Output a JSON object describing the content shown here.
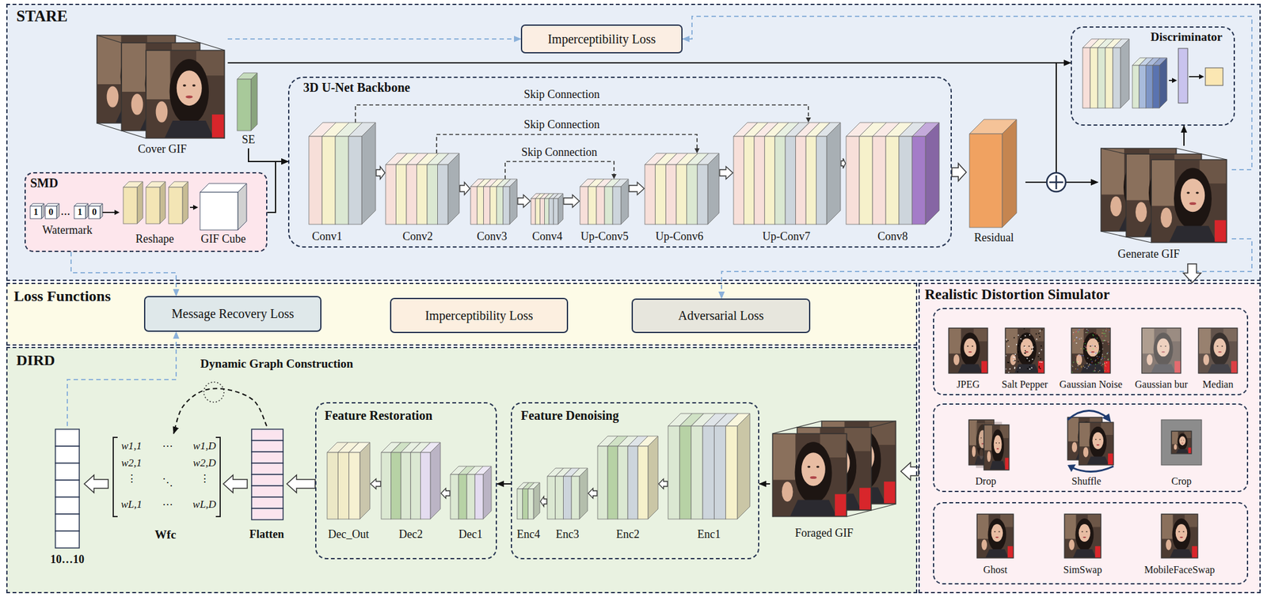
{
  "diagram": {
    "nodes": [
      {
        "text": [
          "STARE"
        ]
      },
      {
        "text": [
          "Cover GIF"
        ],
        "in": 0
      },
      {
        "text": [
          "SE"
        ],
        "in": 0
      },
      {
        "text": [
          "Imperceptibility Loss"
        ],
        "in": 0
      },
      {
        "text": [
          "SMD"
        ],
        "in": 0
      },
      {
        "text": [
          "3D U-Net Backbone"
        ],
        "in": 0
      },
      {
        "text": [
          "Residual"
        ],
        "in": 0
      },
      {
        "text": [
          "Discriminator"
        ],
        "in": 0
      },
      {
        "text": [
          "Generate GIF"
        ],
        "in": 0
      },
      {
        "text": [
          "Loss Functions"
        ]
      },
      {
        "text": [
          "Message Recovery Loss"
        ],
        "in": 9
      },
      {
        "text": [
          "Imperceptibility Loss"
        ],
        "in": 9
      },
      {
        "text": [
          "Adversarial Loss"
        ],
        "in": 9
      },
      {
        "text": [
          "DIRD"
        ]
      },
      {
        "text": [
          "10…10"
        ],
        "in": 13
      },
      {
        "text": [
          "w1,1",
          "⋯",
          "w1,D",
          "w2,1",
          "w2,D",
          "⋮",
          "⋱",
          "⋮",
          "wL,1",
          "⋯",
          "wL,D",
          "Wfc"
        ],
        "in": 13
      },
      {
        "text": [
          "Flatten"
        ],
        "in": 13
      },
      {
        "text": [
          "Feature Restoration"
        ],
        "in": 13
      },
      {
        "text": [
          "Feature Denoising"
        ],
        "in": 13
      },
      {
        "text": [
          "Foraged GIF"
        ],
        "in": 13
      },
      {
        "text": [
          "Realistic Distortion Simulator"
        ]
      },
      {
        "text": [
          "JPEG",
          "Salt Pepper",
          "Gaussian Noise",
          "Gaussian bur",
          "Median"
        ],
        "in": 20
      },
      {
        "text": [
          "Drop",
          "Shuffle",
          "Crop"
        ],
        "in": 20
      },
      {
        "text": [
          "Ghost",
          "SimSwap",
          "MobileFaceSwap"
        ],
        "in": 20
      }
    ],
    "edges": [
      {
        "from": 1,
        "to": 7,
        "arrow": "to"
      },
      {
        "from": 1,
        "to": 8,
        "arrow": "to"
      },
      {
        "from": 1,
        "to": 3,
        "arrow": "to"
      },
      {
        "from": 2,
        "to": 5,
        "arrow": "to"
      },
      {
        "from": 4,
        "to": 5,
        "arrow": "to"
      },
      {
        "from": 5,
        "to": 6,
        "arrow": "to"
      },
      {
        "from": 6,
        "to": 8,
        "arrow": "to"
      },
      {
        "from": 8,
        "to": 7,
        "arrow": "to"
      },
      {
        "from": 8,
        "to": 3,
        "arrow": "to"
      },
      {
        "from": 4,
        "to": 10,
        "arrow": "to"
      },
      {
        "from": 8,
        "to": 12,
        "arrow": "to"
      },
      {
        "from": 8,
        "to": 20,
        "arrow": "to"
      },
      {
        "from": 20,
        "to": 19,
        "arrow": "to"
      },
      {
        "from": 19,
        "to": 18,
        "arrow": "to"
      },
      {
        "from": 18,
        "to": 17,
        "arrow": "to"
      },
      {
        "from": 17,
        "to": 16,
        "arrow": "to"
      },
      {
        "from": 16,
        "to": 15,
        "arrow": "to"
      },
      {
        "from": 16,
        "to": 15,
        "arrow": "to"
      },
      {
        "from": 15,
        "to": 14,
        "arrow": "to"
      },
      {
        "from": 14,
        "to": 10,
        "arrow": "to"
      }
    ],
    "labels": [
      "1",
      "0",
      "…",
      "1",
      "0",
      "Watermark",
      "Reshape",
      "GIF Cube",
      "Skip Connection",
      "Skip Connection",
      "Skip Connection",
      "Conv1",
      "Conv2",
      "Conv3",
      "Conv4",
      "Up-Conv5",
      "Up-Conv6",
      "Up-Conv7",
      "Conv8",
      "Dynamic Graph Construction",
      "Dec_Out",
      "Dec2",
      "Dec1",
      "Enc4",
      "Enc3",
      "Enc2",
      "Enc1"
    ]
  }
}
